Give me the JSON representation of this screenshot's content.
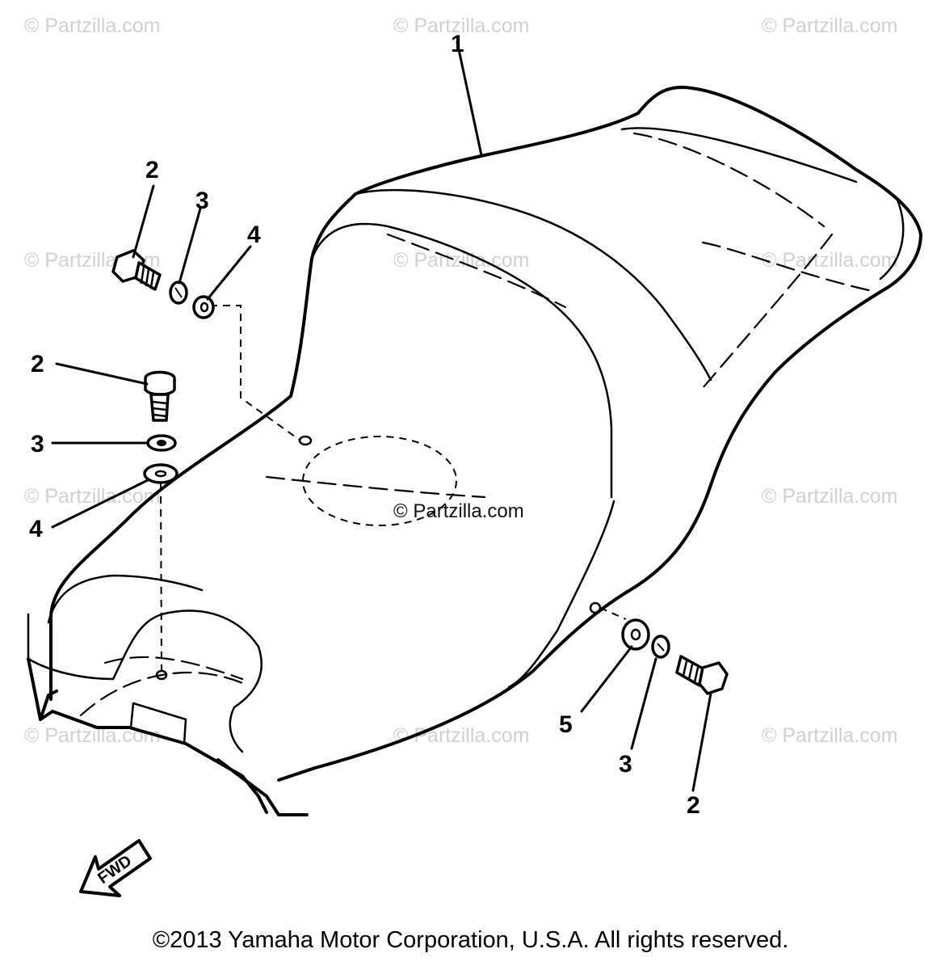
{
  "watermarks": {
    "text": "© Partzilla.com",
    "center": "© Partzilla.com"
  },
  "callouts": {
    "seat": "1",
    "bolt_upper": "2",
    "lockwasher_upper": "3",
    "washer_upper": "4",
    "bolt_left": "2",
    "lockwasher_left": "3",
    "washer_left": "4",
    "washer_right": "5",
    "lockwasher_right": "3",
    "bolt_right": "2"
  },
  "fwd_label": "FWD",
  "copyright": "©2013 Yamaha Motor Corporation, U.S.A. All rights reserved."
}
